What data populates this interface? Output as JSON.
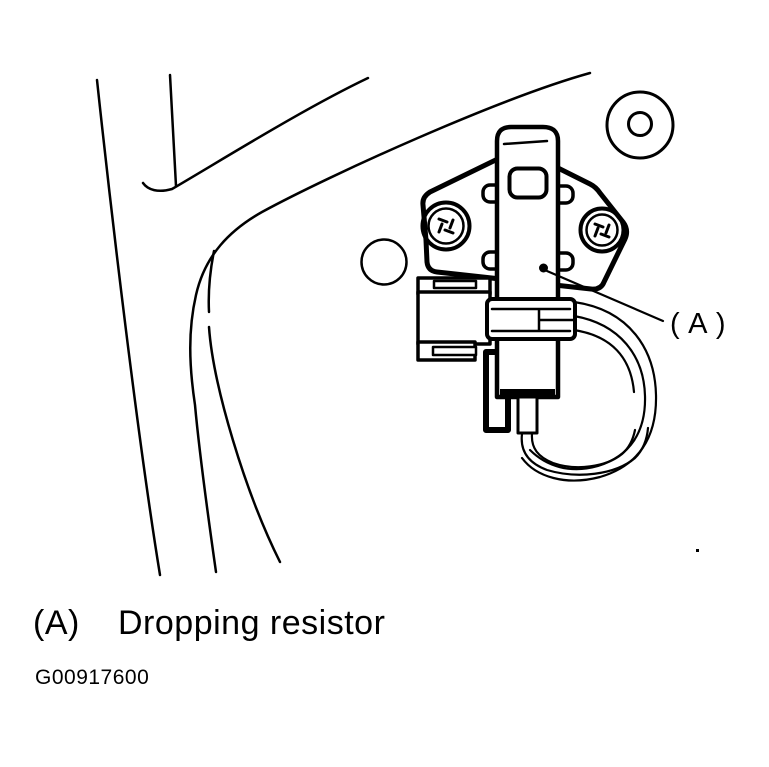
{
  "figure": {
    "callout_label": "( A )",
    "legend_key": "(A)",
    "legend_label": "Dropping resistor",
    "figure_code": "G00917600"
  },
  "colors": {
    "ink": "#000000",
    "paper": "#ffffff"
  }
}
